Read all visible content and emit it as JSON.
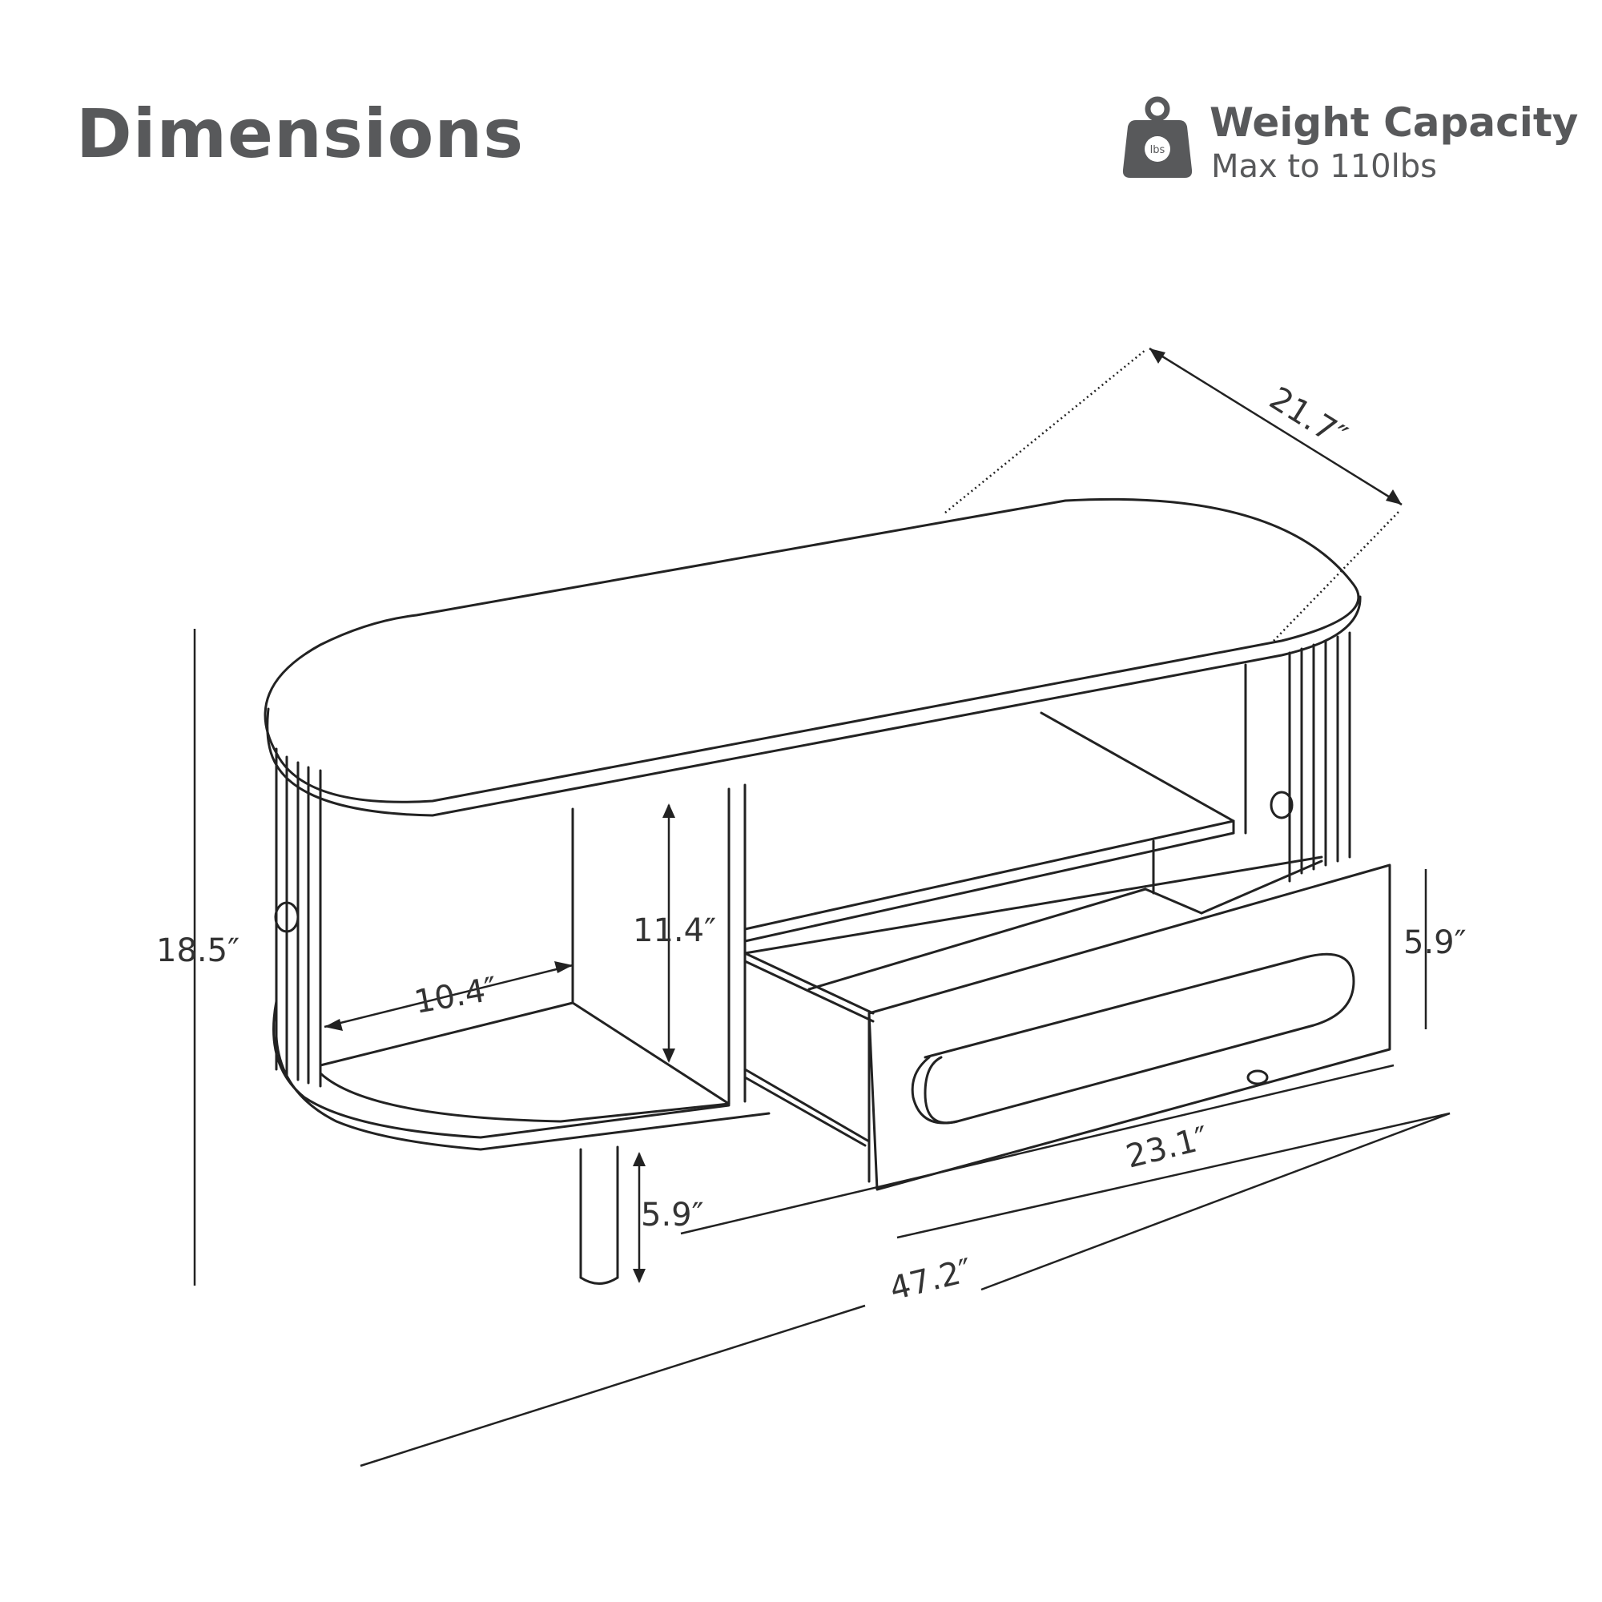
{
  "header": {
    "title": "Dimensions",
    "weight_icon_label": "lbs",
    "weight_capacity_title": "Weight Capacity",
    "weight_capacity_value": "Max to 110lbs"
  },
  "dimensions": {
    "overall_height": "18.5″",
    "depth": "21.7″",
    "overall_length": "47.2″",
    "drawer_length": "23.1″",
    "drawer_height": "5.9″",
    "leg_height": "5.9″",
    "shelf_depth": "10.4″",
    "shelf_height": "11.4″"
  },
  "colors": {
    "heading": "#58595b",
    "line": "#222222"
  }
}
